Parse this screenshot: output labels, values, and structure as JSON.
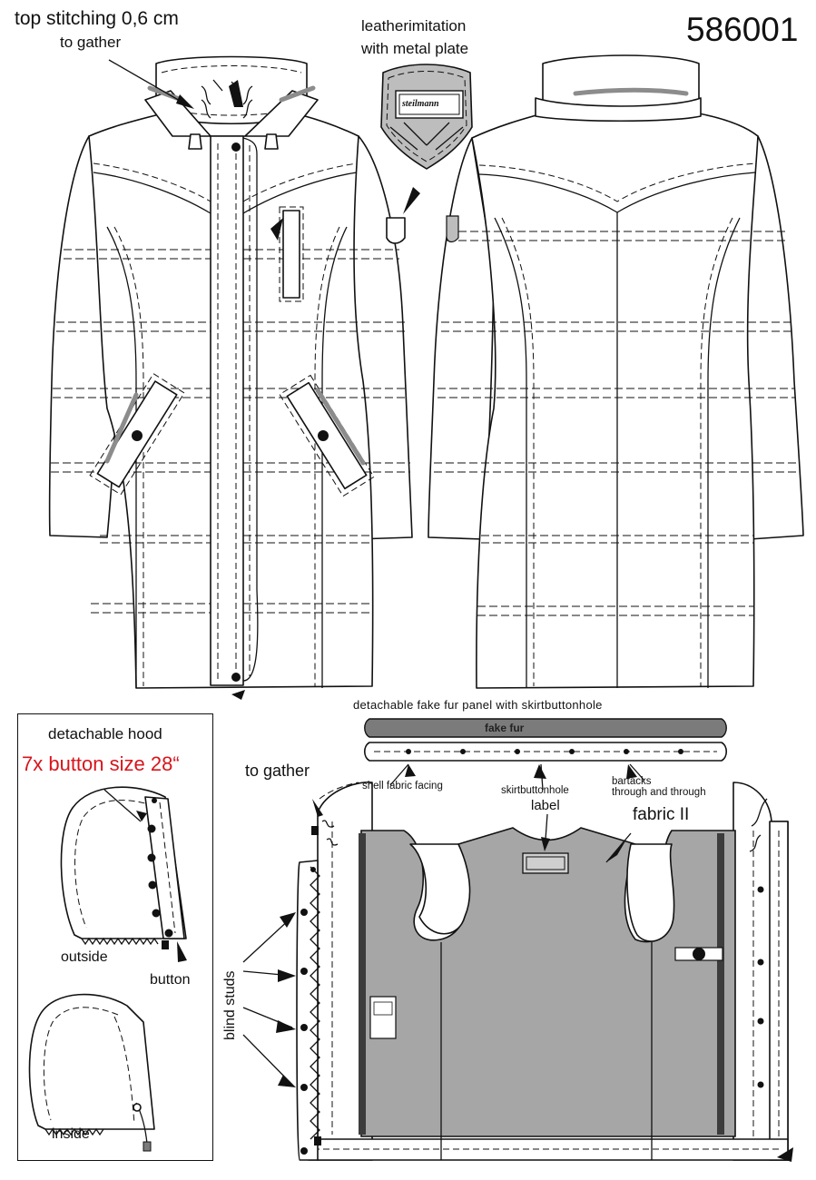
{
  "style_number": "586001",
  "labels": {
    "top_stitching_line1": "top stitching 0,6 cm",
    "top_stitching_line2": "to gather",
    "leather_line1": "leatherimitation",
    "leather_line2": "with metal plate",
    "brand_plate": "steilmann",
    "panel_title": "detachable fake fur panel with skirtbuttonhole",
    "fake_fur": "fake fur",
    "shell_fabric_facing": "shell fabric facing",
    "skirtbuttonhole": "skirtbuttonhole",
    "bartacks_line1": "bartacks",
    "bartacks_line2": "through and through",
    "label": "label",
    "fabric_2": "fabric II",
    "to_gather": "to gather",
    "blind_studs": "blind studs",
    "detachable_hood": "detachable hood",
    "button_spec": "7x button size 28“",
    "outside": "outside",
    "button": "button",
    "inside": "inside"
  },
  "colors": {
    "line": "#111111",
    "lining_grey": "#a6a6a6",
    "trim_grey": "#8c8c8c",
    "plate_grey": "#bdbdbd",
    "fur_grey": "#7b7b7b",
    "accent_red": "#d8141b"
  }
}
